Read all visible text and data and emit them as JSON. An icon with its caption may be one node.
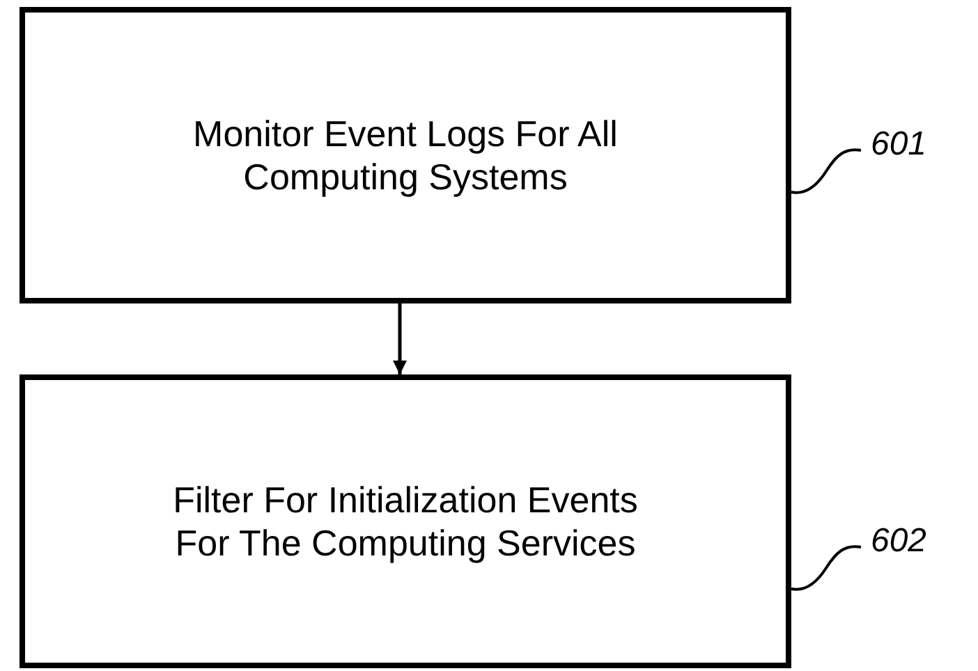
{
  "diagram": {
    "nodes": [
      {
        "text": [
          "Monitor Event Logs For All Computing Systems"
        ]
      },
      {
        "text": [
          "Filter For Initialization Events For The Computing Services"
        ]
      },
      {
        "text": [
          "601"
        ]
      },
      {
        "text": [
          "602"
        ]
      }
    ],
    "edges": [
      {
        "from": 0,
        "to": 1,
        "arrow": "to"
      },
      {
        "from": 2,
        "to": 0,
        "arrow": "none"
      },
      {
        "from": 3,
        "to": 1,
        "arrow": "none"
      }
    ]
  }
}
